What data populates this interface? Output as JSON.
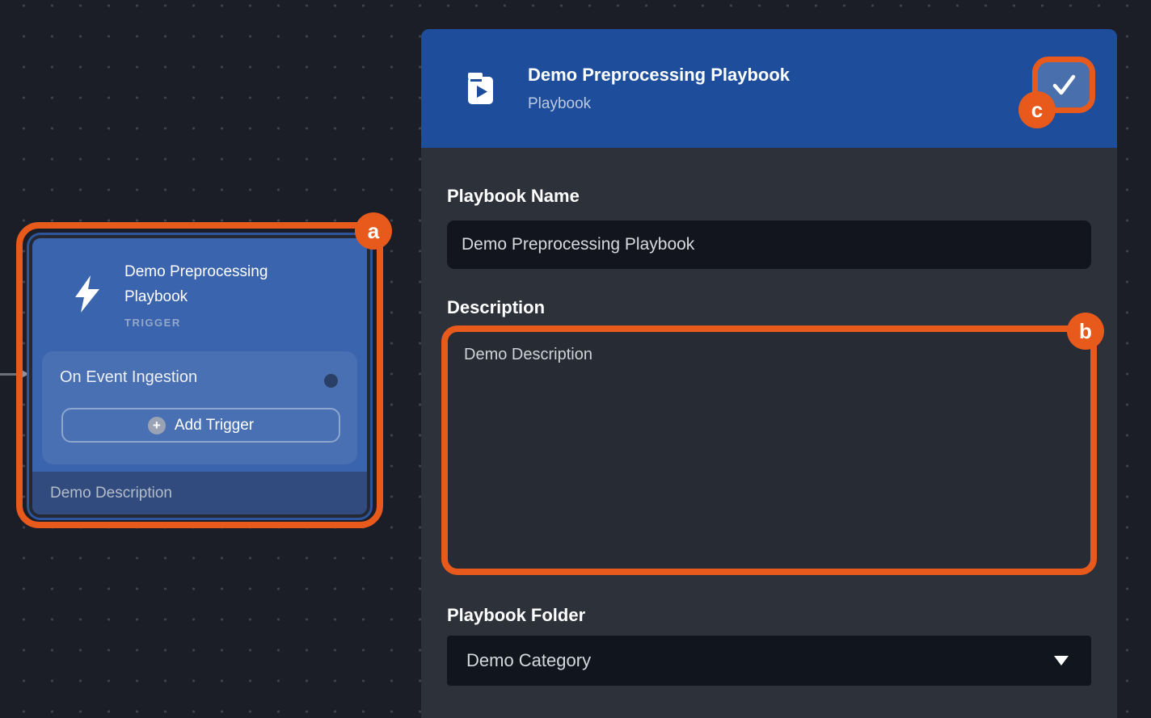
{
  "annotations": {
    "a": "a",
    "b": "b",
    "c": "c"
  },
  "node": {
    "title": "Demo Preprocessing Playbook",
    "type_label": "TRIGGER",
    "trigger_name": "On Event Ingestion",
    "add_trigger_plus": "+",
    "add_trigger_label": "Add Trigger",
    "description": "Demo Description"
  },
  "panel": {
    "title": "Demo Preprocessing Playbook",
    "subtitle": "Playbook",
    "name_label": "Playbook Name",
    "name_value": "Demo Preprocessing Playbook",
    "description_label": "Description",
    "description_value": "Demo Description",
    "folder_label": "Playbook Folder",
    "folder_value": "Demo Category"
  },
  "colors": {
    "accent_orange": "#e8591c",
    "header_blue": "#1e4e9b",
    "node_blue": "#3a64ad",
    "panel_bg": "#2d313a",
    "input_bg": "#12151e",
    "canvas_bg": "#1b1e27"
  }
}
